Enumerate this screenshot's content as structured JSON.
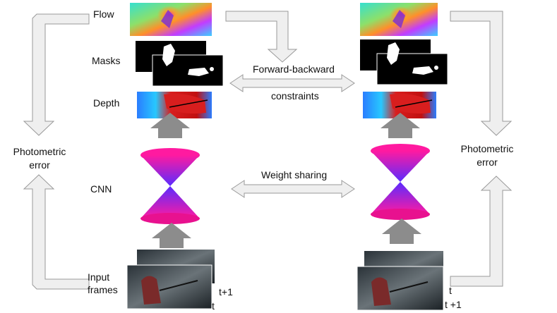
{
  "labels": {
    "flow": "Flow",
    "masks": "Masks",
    "depth": "Depth",
    "cnn": "CNN",
    "input_frames": "Input\nframes",
    "photometric_left": "Photometric\nerror",
    "photometric_right": "Photometric\nerror",
    "forward_backward": "Forward-backward",
    "constraints": "constraints",
    "weight_sharing": "Weight sharing",
    "left_t1": "t+1",
    "left_t": "t",
    "right_t": "t",
    "right_t1": "t +1"
  },
  "colors": {
    "arrow_outline_fill": "#efefef",
    "arrow_outline_stroke": "#9a9a9a",
    "arrow_solid": "#8c8c8c",
    "cone_top": "#ff1aa0",
    "cone_mid": "#5a2cff",
    "depth_hot": "#d81e1e",
    "depth_cold": "#2a7dff",
    "mask_bg": "#000000",
    "mask_fg": "#ffffff"
  }
}
